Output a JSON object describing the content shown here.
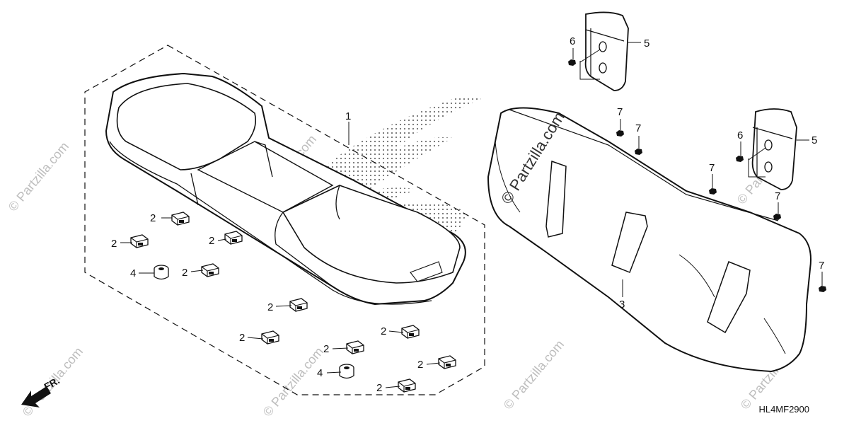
{
  "diagram": {
    "code": "HL4MF2900",
    "direction_label": "FR.",
    "watermark": "© Partzilla.com",
    "watermark_prominent": "© Partzilla.com",
    "callouts": {
      "seat_assy": "1",
      "clip": "2",
      "back_pad": "3",
      "grommet": "4",
      "headrest": "5",
      "headrest_bolt": "6",
      "back_screw": "7"
    }
  },
  "colors": {
    "line": "#111111",
    "watermark": "#bdbdbd"
  }
}
